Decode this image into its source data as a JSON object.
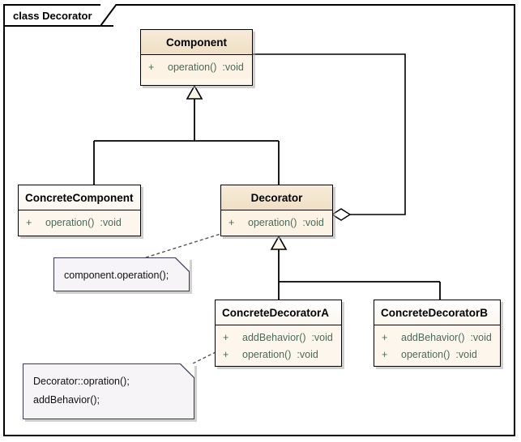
{
  "frame": {
    "title": "class Decorator"
  },
  "classes": [
    {
      "id": "component",
      "name": "Component",
      "members": [
        {
          "visibility": "+",
          "signature": "operation()  :void"
        }
      ]
    },
    {
      "id": "concrete-component",
      "name": "ConcreteComponent",
      "members": [
        {
          "visibility": "+",
          "signature": "operation()  :void"
        }
      ]
    },
    {
      "id": "decorator",
      "name": "Decorator",
      "members": [
        {
          "visibility": "+",
          "signature": "operation()  :void"
        }
      ]
    },
    {
      "id": "concrete-decorator-a",
      "name": "ConcreteDecoratorA",
      "members": [
        {
          "visibility": "+",
          "signature": "addBehavior()  :void"
        },
        {
          "visibility": "+",
          "signature": "operation()  :void"
        }
      ]
    },
    {
      "id": "concrete-decorator-b",
      "name": "ConcreteDecoratorB",
      "members": [
        {
          "visibility": "+",
          "signature": "addBehavior()  :void"
        },
        {
          "visibility": "+",
          "signature": "operation()  :void"
        }
      ]
    }
  ],
  "notes": [
    {
      "id": "note-decorator-operation",
      "lines": [
        "component.operation();"
      ]
    },
    {
      "id": "note-concrete-decorator-a",
      "lines": [
        "Decorator::opration();",
        "addBehavior();"
      ]
    }
  ],
  "relations": [
    {
      "id": "generalization-concrete-component-to-component",
      "type": "generalization"
    },
    {
      "id": "generalization-decorator-to-component",
      "type": "generalization"
    },
    {
      "id": "generalization-concrete-decorator-a-to-decorator",
      "type": "generalization"
    },
    {
      "id": "generalization-concrete-decorator-b-to-decorator",
      "type": "generalization"
    },
    {
      "id": "aggregation-decorator-to-component",
      "type": "aggregation"
    },
    {
      "id": "note-link-decorator",
      "type": "note-anchor"
    },
    {
      "id": "note-link-concrete-decorator-a",
      "type": "note-anchor"
    }
  ],
  "colors": {
    "class_header": "#efdfc4",
    "class_body": "#fdf3e4",
    "member_text": "#4a6a5a",
    "note_background": "#f7f4f8",
    "line": "#000000",
    "frame_border": "#000000"
  }
}
